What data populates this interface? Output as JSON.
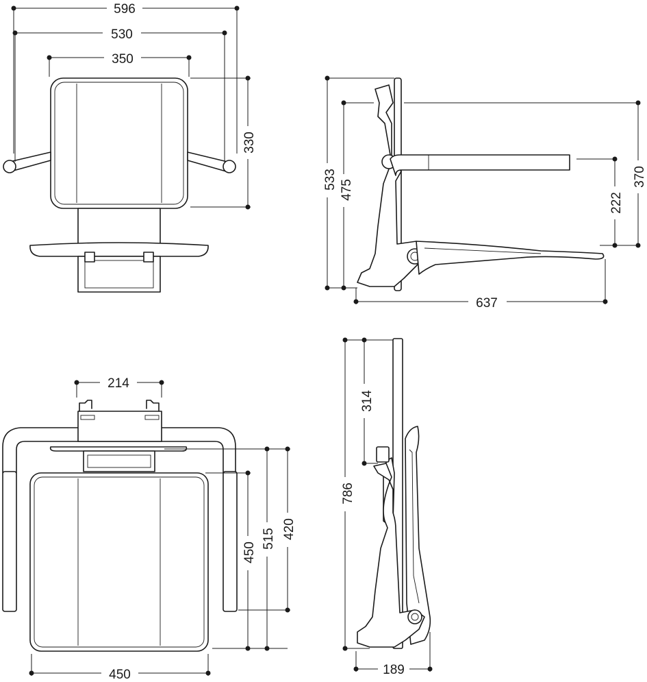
{
  "diagram": {
    "front_view": {
      "dimensions": {
        "overall_width": "596",
        "armrest_span": "530",
        "backrest_width": "350",
        "backrest_height": "330"
      }
    },
    "side_view": {
      "dimensions": {
        "total_height": "533",
        "wall_height": "475",
        "armrest_to_seat": "222",
        "armrest_height": "370",
        "projection": "637"
      }
    },
    "top_view": {
      "dimensions": {
        "bracket_width": "214",
        "seat_depth": "450",
        "seat_to_wall": "515",
        "armrest_length": "420",
        "seat_width": "450"
      }
    },
    "folded_view": {
      "dimensions": {
        "total_height": "786",
        "bracket_offset": "314",
        "folded_depth": "189"
      }
    }
  }
}
